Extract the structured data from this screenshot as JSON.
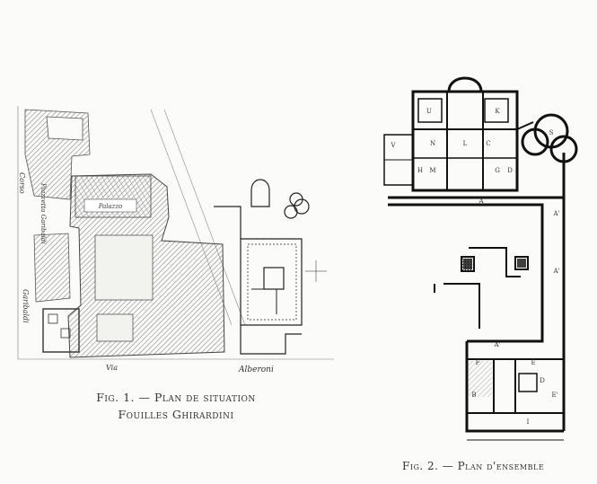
{
  "figure1": {
    "caption_line1": "Fig. 1. — Plan de situation",
    "caption_line2": "Fouilles Ghirardini",
    "labels": {
      "corso": "Corso",
      "largo_garibaldi": "Piazzetta Garibaldi",
      "palazzo": "Palazzo",
      "garibaldi": "Garibaldi",
      "via": "Via",
      "alberoni": "Alberoni"
    }
  },
  "figure2": {
    "caption": "Fig. 2. — Plan d'ensemble",
    "room_labels": [
      "U",
      "L",
      "K",
      "S",
      "V",
      "N",
      "M",
      "H",
      "G",
      "D",
      "C",
      "A",
      "A'",
      "A'",
      "A'",
      "F",
      "E",
      "B",
      "D",
      "E'",
      "I"
    ]
  }
}
